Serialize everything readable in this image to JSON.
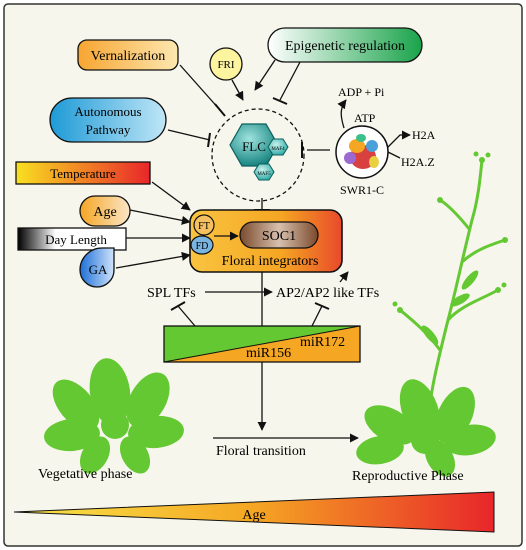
{
  "title": "",
  "colors": {
    "panel_bg": "#f6f6ec",
    "panel_border": "#333333",
    "plant_green": "#64c832",
    "flc_teal": "#1ea7a2",
    "integrator_orange": "#f5a623",
    "soc1_brown": "#8b5e3c"
  },
  "icons": [
    "inhibition-bar-icon",
    "arrow-icon",
    "rosette-plant-icon",
    "flowering-plant-icon"
  ],
  "nodes": {
    "vernalization": "Vernalization",
    "fri": "FRI",
    "epigenetic": "Epigenetic regulation",
    "autonomous_1": "Autonomous",
    "autonomous_2": "Pathway",
    "flc": "FLC",
    "maf4": "MAF4",
    "maf5": "MAF5",
    "swr1c": "SWR1-C",
    "adp_pi": "ADP + Pi",
    "atp": "ATP",
    "h2a": "H2A",
    "h2az": "H2A.Z",
    "temperature": "Temperature",
    "age": "Age",
    "day_length": "Day Length",
    "ga": "GA",
    "ft": "FT",
    "fd": "FD",
    "soc1": "SOC1",
    "floral_integrators": "Floral integrators",
    "spl": "SPL TFs",
    "ap2": "AP2/AP2 like TFs",
    "mir156": "miR156",
    "mir172": "miR172",
    "floral_transition": "Floral transition",
    "vegetative": "Vegetative phase",
    "reproductive": "Reproductive Phase",
    "age_bar": "Age"
  }
}
